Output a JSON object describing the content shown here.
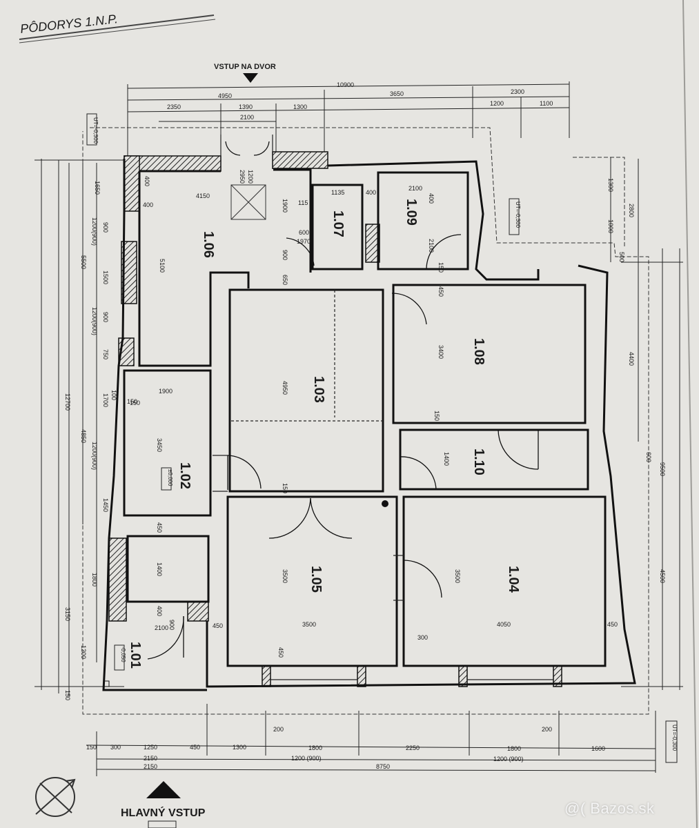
{
  "title": "PÔDORYS 1.N.P.",
  "entrances": {
    "yard": "VSTUP NA DVOR",
    "main": "HLAVNÝ VSTUP"
  },
  "rooms": [
    {
      "id": "1.01",
      "elevation": "-0,050"
    },
    {
      "id": "1.02",
      "elevation": "±0,000"
    },
    {
      "id": "1.03"
    },
    {
      "id": "1.04"
    },
    {
      "id": "1.05"
    },
    {
      "id": "1.06"
    },
    {
      "id": "1.07"
    },
    {
      "id": "1.08"
    },
    {
      "id": "1.09"
    },
    {
      "id": "1.10"
    }
  ],
  "level_marks": {
    "top_left": "UT=-0,300",
    "right": "UT=-0,300",
    "bottom_right": "UT=-0,300"
  },
  "dimensions": {
    "top_total": "10900",
    "top_row1": [
      "4950",
      "3650",
      "2300"
    ],
    "top_row2": [
      "2350",
      "1390",
      "1300",
      "1200",
      "1100"
    ],
    "top_row3": [
      "2100"
    ],
    "bottom_row1": [
      "150",
      "300",
      "1250",
      "450",
      "1300",
      "1800",
      "2250",
      "1800",
      "1600"
    ],
    "bottom_row2": [
      "2150",
      "1200 (900)",
      "1200 (900)"
    ],
    "bottom_row3": [
      "2150",
      "8750"
    ],
    "bottom_small": [
      "200",
      "200"
    ],
    "left_total": "12700",
    "left_col": [
      "1650",
      "900",
      "1200(900)",
      "5500",
      "1500",
      "900",
      "1200(900)",
      "750",
      "100",
      "1700",
      "4850",
      "1200(900)",
      "1450",
      "1800",
      "3150",
      "1200",
      "150"
    ],
    "right_col": [
      "1300",
      "2800",
      "1000",
      "500",
      "4400",
      "9500",
      "600",
      "4500"
    ],
    "interior": [
      "4150",
      "5100",
      "400",
      "400",
      "1900",
      "115",
      "600",
      "1970",
      "900",
      "1135",
      "400",
      "2100",
      "400",
      "2100",
      "150",
      "450",
      "650",
      "4950",
      "3400",
      "150",
      "1900",
      "150",
      "3450",
      "1400",
      "150",
      "450",
      "1400",
      "400",
      "2100",
      "900",
      "3500",
      "3500",
      "3500",
      "4050",
      "300",
      "450",
      "450",
      "450",
      "1200",
      "2950",
      "150"
    ]
  },
  "watermark": "@( Bazos.sk"
}
